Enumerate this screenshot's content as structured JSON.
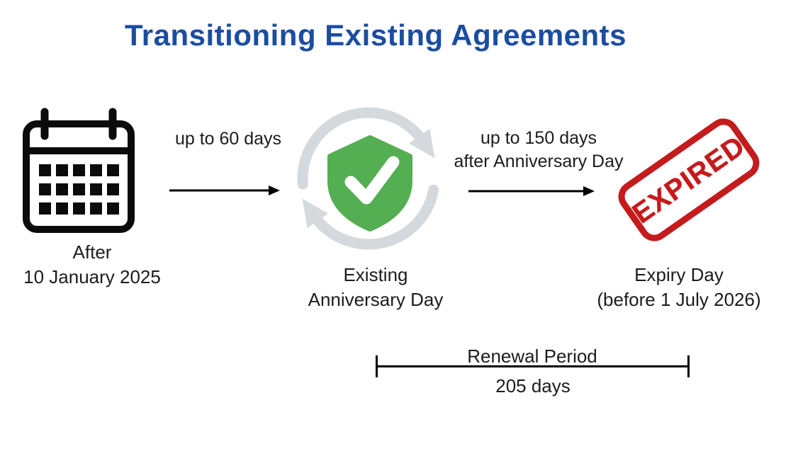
{
  "title": "Transitioning Existing Agreements",
  "colors": {
    "title_blue": "#1b4da2",
    "body_text": "#1c1c1e",
    "arrow_black": "#000000",
    "shield_green": "#54ae52",
    "sync_gray": "#d3d9dd",
    "stamp_red": "#c41b1c"
  },
  "stages": [
    {
      "name": "start",
      "icon": "calendar-icon",
      "line1": "After",
      "line2": "10 January 2025"
    },
    {
      "name": "anniversary",
      "icon": "shield-renewal-icon",
      "line1": "Existing",
      "line2": "Anniversary Day"
    },
    {
      "name": "expiry",
      "icon": "expired-stamp",
      "line1": "Expiry Day",
      "line2": "(before 1 July 2026)"
    }
  ],
  "transitions": [
    {
      "line1": "up to 60 days",
      "line2": ""
    },
    {
      "line1": "up to 150 days",
      "line2": "after Anniversary Day"
    }
  ],
  "stamp": {
    "text": "EXPIRED"
  },
  "renewal_period": {
    "label": "Renewal Period",
    "duration": "205 days"
  }
}
